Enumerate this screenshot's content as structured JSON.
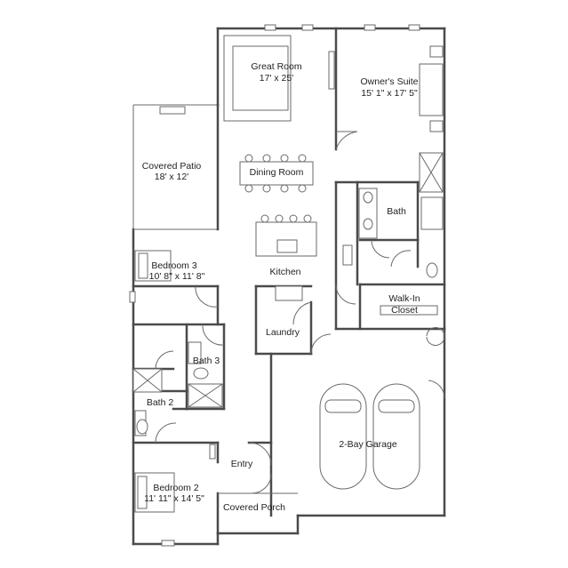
{
  "rooms": {
    "great_room": {
      "name": "Great Room",
      "size": "17' x 25'"
    },
    "owners_suite": {
      "name": "Owner's Suite",
      "size": "15' 1\" x 17' 5\""
    },
    "covered_patio": {
      "name": "Covered Patio",
      "size": "18' x 12'"
    },
    "dining_room": {
      "name": "Dining Room"
    },
    "bath": {
      "name": "Bath"
    },
    "bedroom_3": {
      "name": "Bedroom 3",
      "size": "10' 8\" x 11' 8\""
    },
    "kitchen": {
      "name": "Kitchen"
    },
    "walk_in_closet": {
      "line1": "Walk-In",
      "line2": "Closet"
    },
    "laundry": {
      "name": "Laundry"
    },
    "bath_3": {
      "name": "Bath 3"
    },
    "bath_2": {
      "name": "Bath 2"
    },
    "garage": {
      "name": "2-Bay Garage"
    },
    "entry": {
      "name": "Entry"
    },
    "bedroom_2": {
      "name": "Bedroom 2",
      "size": "11' 11\" x 14' 5\""
    },
    "covered_porch": {
      "name": "Covered Porch"
    }
  }
}
